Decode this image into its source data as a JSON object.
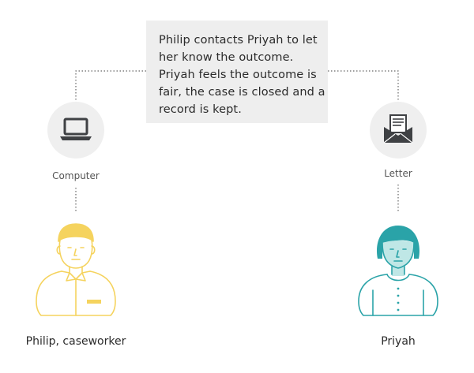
{
  "note": {
    "lines": [
      "Philip contacts Priyah to let",
      "her know the outcome.",
      "Priyah feels the outcome is",
      "fair, the case is closed and a",
      "record is kept."
    ]
  },
  "left_channel": {
    "icon": "laptop-icon",
    "label": "Computer"
  },
  "right_channel": {
    "icon": "envelope-letter-icon",
    "label": "Letter"
  },
  "left_person": {
    "label": "Philip, caseworker",
    "color": "#f5d35e"
  },
  "right_person": {
    "label": "Priyah",
    "color": "#2aa3a8"
  },
  "colors": {
    "note_bg": "#eeeeee",
    "icon_circle": "#efefef",
    "icon_dark": "#3f4144",
    "connector": "#666666"
  }
}
